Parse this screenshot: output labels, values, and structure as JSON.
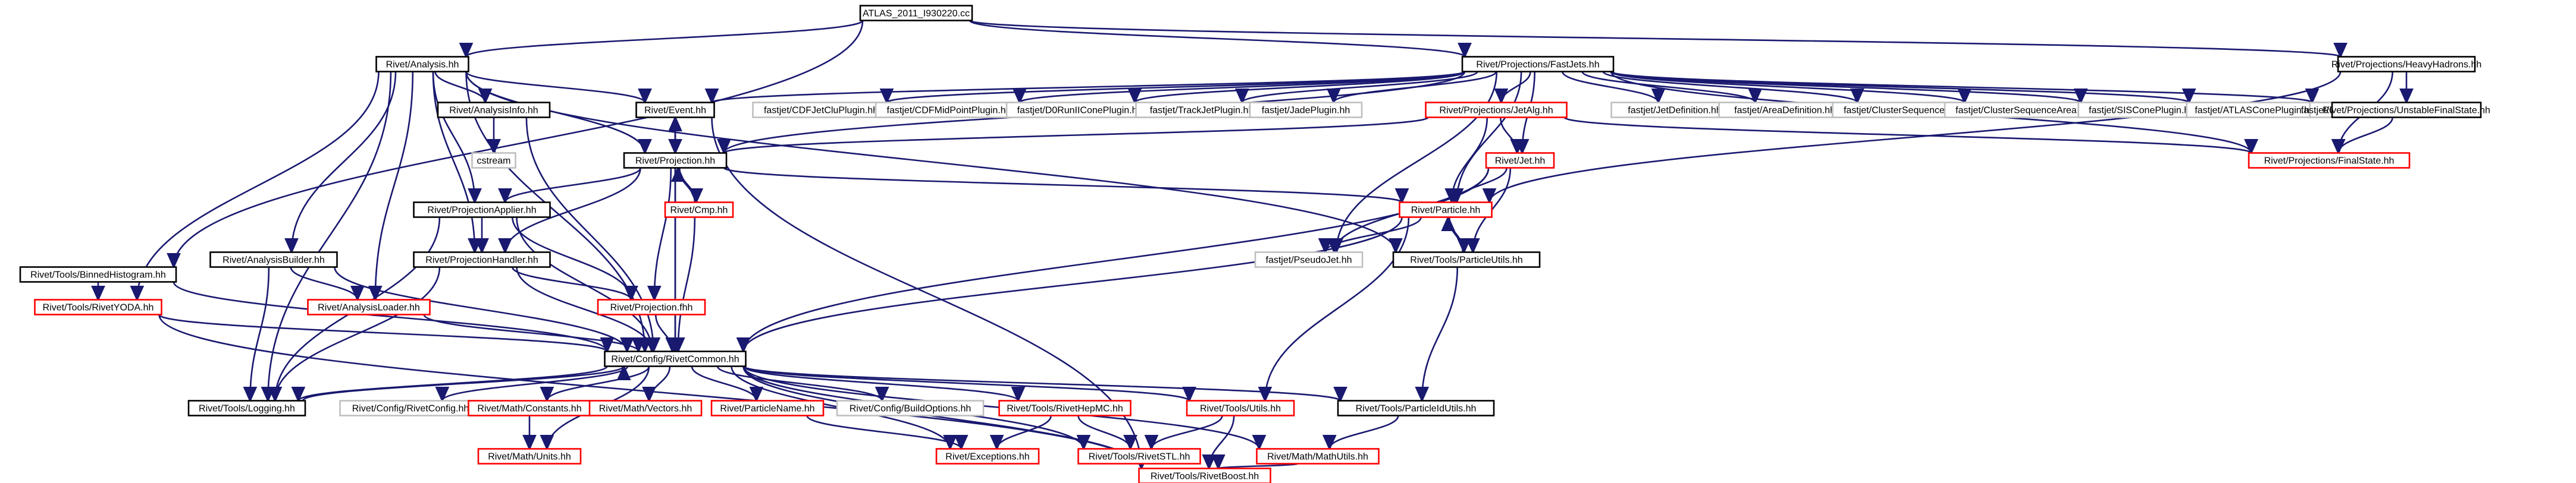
{
  "colors": {
    "edge": "#191970",
    "node_border": "#000000",
    "incomplete_border": "#ff0000",
    "plain_text_border": "#bfbfbf",
    "root_fill": "#bfbfbf",
    "background": "#ffffff"
  },
  "nodes": [
    {
      "id": "root",
      "label": "ATLAS_2011_I930220.cc",
      "kind": "root"
    },
    {
      "id": "analysis",
      "label": "Rivet/Analysis.hh",
      "kind": "normal"
    },
    {
      "id": "fastjets",
      "label": "Rivet/Projections/FastJets.hh",
      "kind": "normal"
    },
    {
      "id": "heavyhadrons",
      "label": "Rivet/Projections/HeavyHadrons.hh",
      "kind": "normal"
    },
    {
      "id": "binnedhisto",
      "label": "Rivet/Tools/BinnedHistogram.hh",
      "kind": "normal"
    },
    {
      "id": "analysisinfo",
      "label": "Rivet/AnalysisInfo.hh",
      "kind": "normal"
    },
    {
      "id": "event",
      "label": "Rivet/Event.hh",
      "kind": "normal"
    },
    {
      "id": "cdfjetclu",
      "label": "fastjet/CDFJetCluPlugin.hh",
      "kind": "plain"
    },
    {
      "id": "cdfmidpoint",
      "label": "fastjet/CDFMidPointPlugin.hh",
      "kind": "plain"
    },
    {
      "id": "d0runii",
      "label": "fastjet/D0RunIIConePlugin.hh",
      "kind": "plain"
    },
    {
      "id": "trackjet",
      "label": "fastjet/TrackJetPlugin.hh",
      "kind": "plain"
    },
    {
      "id": "jadeplugin",
      "label": "fastjet/JadePlugin.hh",
      "kind": "plain"
    },
    {
      "id": "jetalg",
      "label": "Rivet/Projections/JetAlg.hh",
      "kind": "incomplete"
    },
    {
      "id": "jetdef",
      "label": "fastjet/JetDefinition.hh",
      "kind": "plain"
    },
    {
      "id": "areadef",
      "label": "fastjet/AreaDefinition.hh",
      "kind": "plain"
    },
    {
      "id": "clusterseq",
      "label": "fastjet/ClusterSequence.hh",
      "kind": "plain"
    },
    {
      "id": "clusterseqarea",
      "label": "fastjet/ClusterSequenceArea.hh",
      "kind": "plain"
    },
    {
      "id": "siscone",
      "label": "fastjet/SISConePlugin.hh",
      "kind": "plain"
    },
    {
      "id": "atlascone",
      "label": "fastjet/ATLASConePlugin.hh",
      "kind": "plain"
    },
    {
      "id": "cmsiterative",
      "label": "fastjet/CMSIterativeConePlugin.hh",
      "kind": "plain"
    },
    {
      "id": "unstablefs",
      "label": "Rivet/Projections/UnstableFinalState.hh",
      "kind": "normal"
    },
    {
      "id": "finalstate",
      "label": "Rivet/Projections/FinalState.hh",
      "kind": "incomplete"
    },
    {
      "id": "cstream",
      "label": "cstream",
      "kind": "plain"
    },
    {
      "id": "projection",
      "label": "Rivet/Projection.hh",
      "kind": "normal"
    },
    {
      "id": "jet",
      "label": "Rivet/Jet.hh",
      "kind": "incomplete"
    },
    {
      "id": "cmp",
      "label": "Rivet/Cmp.hh",
      "kind": "incomplete"
    },
    {
      "id": "projapplier",
      "label": "Rivet/ProjectionApplier.hh",
      "kind": "normal"
    },
    {
      "id": "particle",
      "label": "Rivet/Particle.hh",
      "kind": "incomplete"
    },
    {
      "id": "analysisbuilder",
      "label": "Rivet/AnalysisBuilder.hh",
      "kind": "normal"
    },
    {
      "id": "projhandler",
      "label": "Rivet/ProjectionHandler.hh",
      "kind": "normal"
    },
    {
      "id": "pseudojet",
      "label": "fastjet/PseudoJet.hh",
      "kind": "plain"
    },
    {
      "id": "particleutils",
      "label": "Rivet/Tools/ParticleUtils.hh",
      "kind": "normal"
    },
    {
      "id": "rivetyoda",
      "label": "Rivet/Tools/RivetYODA.hh",
      "kind": "incomplete"
    },
    {
      "id": "analysisloader",
      "label": "Rivet/AnalysisLoader.hh",
      "kind": "incomplete"
    },
    {
      "id": "projectionfhh",
      "label": "Rivet/Projection.fhh",
      "kind": "incomplete"
    },
    {
      "id": "rivetcommon",
      "label": "Rivet/Config/RivetCommon.hh",
      "kind": "normal"
    },
    {
      "id": "logging",
      "label": "Rivet/Tools/Logging.hh",
      "kind": "normal"
    },
    {
      "id": "rivetconfig",
      "label": "Rivet/Config/RivetConfig.hh",
      "kind": "plain"
    },
    {
      "id": "mathconstants",
      "label": "Rivet/Math/Constants.hh",
      "kind": "incomplete"
    },
    {
      "id": "mathvectors",
      "label": "Rivet/Math/Vectors.hh",
      "kind": "incomplete"
    },
    {
      "id": "particlename",
      "label": "Rivet/ParticleName.hh",
      "kind": "incomplete"
    },
    {
      "id": "buildoptions",
      "label": "Rivet/Config/BuildOptions.hh",
      "kind": "plain"
    },
    {
      "id": "rivethepmc",
      "label": "Rivet/Tools/RivetHepMC.hh",
      "kind": "incomplete"
    },
    {
      "id": "utils",
      "label": "Rivet/Tools/Utils.hh",
      "kind": "incomplete"
    },
    {
      "id": "particleidutils",
      "label": "Rivet/Tools/ParticleIdUtils.hh",
      "kind": "normal"
    },
    {
      "id": "mathunits",
      "label": "Rivet/Math/Units.hh",
      "kind": "incomplete"
    },
    {
      "id": "exceptions",
      "label": "Rivet/Exceptions.hh",
      "kind": "incomplete"
    },
    {
      "id": "rivetstl",
      "label": "Rivet/Tools/RivetSTL.hh",
      "kind": "incomplete"
    },
    {
      "id": "mathutils",
      "label": "Rivet/Math/MathUtils.hh",
      "kind": "incomplete"
    },
    {
      "id": "rivetboost",
      "label": "Rivet/Tools/RivetBoost.hh",
      "kind": "incomplete"
    }
  ],
  "edges": [
    [
      "root",
      "analysis"
    ],
    [
      "root",
      "fastjets"
    ],
    [
      "root",
      "heavyhadrons"
    ],
    [
      "root",
      "binnedhisto"
    ],
    [
      "analysis",
      "analysisinfo"
    ],
    [
      "analysis",
      "event"
    ],
    [
      "analysis",
      "projection"
    ],
    [
      "analysis",
      "projapplier"
    ],
    [
      "analysis",
      "analysisbuilder"
    ],
    [
      "analysis",
      "projhandler"
    ],
    [
      "analysis",
      "analysisloader"
    ],
    [
      "analysis",
      "rivetyoda"
    ],
    [
      "analysis",
      "rivetcommon"
    ],
    [
      "analysis",
      "logging"
    ],
    [
      "analysis",
      "particleutils"
    ],
    [
      "fastjets",
      "event"
    ],
    [
      "fastjets",
      "cdfjetclu"
    ],
    [
      "fastjets",
      "cdfmidpoint"
    ],
    [
      "fastjets",
      "d0runii"
    ],
    [
      "fastjets",
      "trackjet"
    ],
    [
      "fastjets",
      "jadeplugin"
    ],
    [
      "fastjets",
      "jetalg"
    ],
    [
      "fastjets",
      "jetdef"
    ],
    [
      "fastjets",
      "areadef"
    ],
    [
      "fastjets",
      "clusterseq"
    ],
    [
      "fastjets",
      "clusterseqarea"
    ],
    [
      "fastjets",
      "siscone"
    ],
    [
      "fastjets",
      "atlascone"
    ],
    [
      "fastjets",
      "cmsiterative"
    ],
    [
      "fastjets",
      "finalstate"
    ],
    [
      "fastjets",
      "jet"
    ],
    [
      "fastjets",
      "particle"
    ],
    [
      "fastjets",
      "pseudojet"
    ],
    [
      "fastjets",
      "projection"
    ],
    [
      "heavyhadrons",
      "unstablefs"
    ],
    [
      "heavyhadrons",
      "finalstate"
    ],
    [
      "heavyhadrons",
      "particle"
    ],
    [
      "unstablefs",
      "finalstate"
    ],
    [
      "binnedhisto",
      "rivetyoda"
    ],
    [
      "binnedhisto",
      "rivetcommon"
    ],
    [
      "analysisinfo",
      "cstream"
    ],
    [
      "analysisinfo",
      "rivetcommon"
    ],
    [
      "event",
      "projection"
    ],
    [
      "event",
      "rivetcommon"
    ],
    [
      "event",
      "rivetboost"
    ],
    [
      "jetalg",
      "projection"
    ],
    [
      "jetalg",
      "jet"
    ],
    [
      "jetalg",
      "particle"
    ],
    [
      "jetalg",
      "finalstate"
    ],
    [
      "projection",
      "event"
    ],
    [
      "projection",
      "cmp"
    ],
    [
      "projection",
      "projapplier"
    ],
    [
      "projection",
      "projhandler"
    ],
    [
      "projection",
      "projectionfhh"
    ],
    [
      "projection",
      "rivetcommon"
    ],
    [
      "projection",
      "particle"
    ],
    [
      "cmp",
      "projection"
    ],
    [
      "cmp",
      "rivetcommon"
    ],
    [
      "jet",
      "particle"
    ],
    [
      "jet",
      "pseudojet"
    ],
    [
      "jet",
      "rivetcommon"
    ],
    [
      "jet",
      "particleutils"
    ],
    [
      "particle",
      "pseudojet"
    ],
    [
      "particle",
      "particleutils"
    ],
    [
      "particle",
      "rivetcommon"
    ],
    [
      "particle",
      "utils"
    ],
    [
      "particleutils",
      "particle"
    ],
    [
      "particleutils",
      "particleidutils"
    ],
    [
      "projapplier",
      "projhandler"
    ],
    [
      "projapplier",
      "projectionfhh"
    ],
    [
      "projapplier",
      "rivetcommon"
    ],
    [
      "projapplier",
      "logging"
    ],
    [
      "projhandler",
      "projectionfhh"
    ],
    [
      "projhandler",
      "rivetcommon"
    ],
    [
      "projhandler",
      "logging"
    ],
    [
      "analysisbuilder",
      "analysisloader"
    ],
    [
      "analysisbuilder",
      "rivetcommon"
    ],
    [
      "analysisbuilder",
      "logging"
    ],
    [
      "analysisloader",
      "rivetcommon"
    ],
    [
      "rivetyoda",
      "rivetcommon"
    ],
    [
      "rivetyoda",
      "rivetboost"
    ],
    [
      "projectionfhh",
      "rivetcommon"
    ],
    [
      "rivetcommon",
      "logging"
    ],
    [
      "rivetcommon",
      "rivetconfig"
    ],
    [
      "rivetcommon",
      "mathconstants"
    ],
    [
      "rivetcommon",
      "mathvectors"
    ],
    [
      "rivetcommon",
      "particlename"
    ],
    [
      "rivetcommon",
      "buildoptions"
    ],
    [
      "rivetcommon",
      "rivethepmc"
    ],
    [
      "rivetcommon",
      "utils"
    ],
    [
      "rivetcommon",
      "particleidutils"
    ],
    [
      "rivetcommon",
      "mathunits"
    ],
    [
      "rivetcommon",
      "exceptions"
    ],
    [
      "rivetcommon",
      "rivetstl"
    ],
    [
      "rivetcommon",
      "mathutils"
    ],
    [
      "rivetcommon",
      "rivetboost"
    ],
    [
      "logging",
      "rivetcommon"
    ],
    [
      "mathconstants",
      "mathunits"
    ],
    [
      "particlename",
      "exceptions"
    ],
    [
      "rivethepmc",
      "exceptions"
    ],
    [
      "rivethepmc",
      "rivetstl"
    ],
    [
      "utils",
      "rivetstl"
    ],
    [
      "utils",
      "rivetboost"
    ],
    [
      "particleidutils",
      "mathutils"
    ],
    [
      "mathutils",
      "rivetboost"
    ]
  ]
}
